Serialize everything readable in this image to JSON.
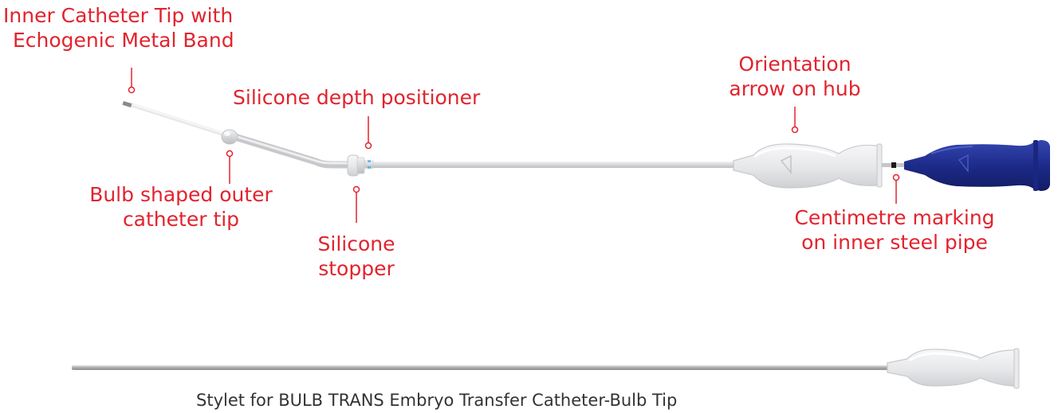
{
  "labels": {
    "inner_tip": {
      "line1": "Inner Catheter Tip with",
      "line2": "Echogenic Metal Band"
    },
    "depth_positioner": {
      "line1": "Silicone depth positioner"
    },
    "orientation_arrow": {
      "line1": "Orientation",
      "line2": "arrow on hub"
    },
    "bulb_tip": {
      "line1": "Bulb shaped outer",
      "line2": "catheter tip"
    },
    "stopper": {
      "line1": "Silicone",
      "line2": "stopper"
    },
    "cm_marking": {
      "line1": "Centimetre marking",
      "line2": "on inner steel pipe"
    }
  },
  "caption": "Stylet for BULB TRANS Embryo Transfer Catheter-Bulb Tip",
  "colors": {
    "label_red": "#e2232e",
    "caption_gray": "#333333",
    "handle_navy": "#1d2b8a",
    "catheter_gray": "#d9dadc",
    "echogenic_band": "#8a8a8a"
  }
}
